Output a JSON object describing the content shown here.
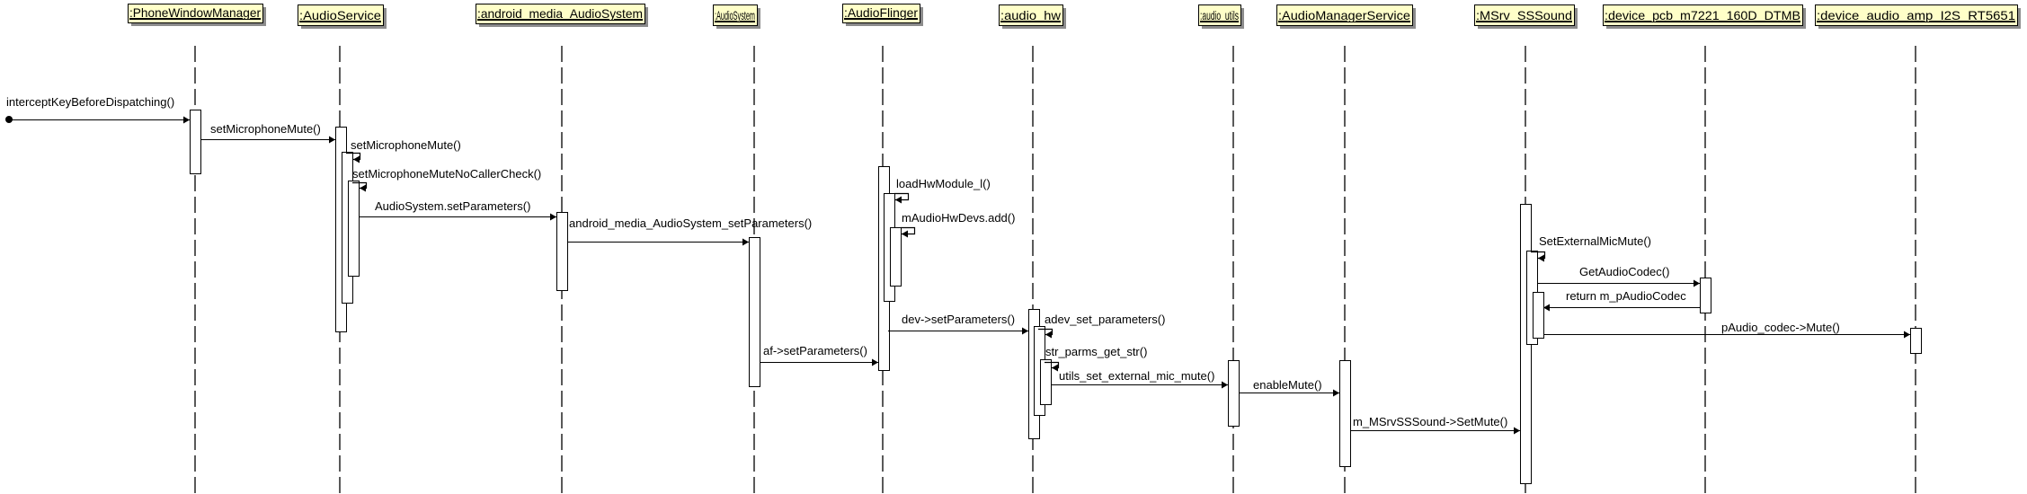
{
  "diagram": {
    "type": "UML sequence diagram",
    "colors": {
      "header_fill": "#FFFFC8",
      "header_border": "#000000",
      "header_shadow": "#8C8C8C",
      "line": "#000000",
      "activation_fill": "#FFFFFF"
    },
    "lifelines": [
      {
        "id": "pwm",
        "label": ":PhoneWindowManager"
      },
      {
        "id": "as",
        "label": ":AudioService"
      },
      {
        "id": "amas",
        "label": ":android_media_AudioSystem"
      },
      {
        "id": "asys",
        "label": ":AudioSystem"
      },
      {
        "id": "af",
        "label": ":AudioFlinger"
      },
      {
        "id": "hw",
        "label": ":audio_hw"
      },
      {
        "id": "au",
        "label": ":audio_utils"
      },
      {
        "id": "ams",
        "label": ":AudioManagerService"
      },
      {
        "id": "ms",
        "label": ":MSrv_SSSound"
      },
      {
        "id": "pcb",
        "label": ":device_pcb_m7221_160D_DTMB"
      },
      {
        "id": "amp",
        "label": ":device_audio_amp_I2S_RT5651"
      }
    ],
    "messages": [
      {
        "from": "found",
        "to": "pwm",
        "label": "interceptKeyBeforeDispatching()",
        "kind": "found"
      },
      {
        "from": "pwm",
        "to": "as",
        "label": "setMicrophoneMute()",
        "kind": "call"
      },
      {
        "from": "as",
        "to": "as",
        "label": "setMicrophoneMute()",
        "kind": "self"
      },
      {
        "from": "as",
        "to": "as",
        "label": "setMicrophoneMuteNoCallerCheck()",
        "kind": "self"
      },
      {
        "from": "as",
        "to": "amas",
        "label": "AudioSystem.setParameters()",
        "kind": "call"
      },
      {
        "from": "amas",
        "to": "asys",
        "label": "android_media_AudioSystem_setParameters()",
        "kind": "call"
      },
      {
        "from": "af",
        "to": "af",
        "label": "loadHwModule_l()",
        "kind": "self"
      },
      {
        "from": "af",
        "to": "af",
        "label": "mAudioHwDevs.add()",
        "kind": "self"
      },
      {
        "from": "af",
        "to": "hw",
        "label": "dev->setParameters()",
        "kind": "call"
      },
      {
        "from": "asys",
        "to": "af",
        "label": "af->setParameters()",
        "kind": "call"
      },
      {
        "from": "hw",
        "to": "hw",
        "label": "adev_set_parameters()",
        "kind": "self"
      },
      {
        "from": "hw",
        "to": "hw",
        "label": "str_parms_get_str()",
        "kind": "self"
      },
      {
        "from": "hw",
        "to": "au",
        "label": "utils_set_external_mic_mute()",
        "kind": "call"
      },
      {
        "from": "au",
        "to": "ams",
        "label": "enableMute()",
        "kind": "call"
      },
      {
        "from": "ams",
        "to": "ms",
        "label": "m_MSrvSSSound->SetMute()",
        "kind": "call"
      },
      {
        "from": "ms",
        "to": "ms",
        "label": "SetExternalMicMute()",
        "kind": "self"
      },
      {
        "from": "ms",
        "to": "pcb",
        "label": "GetAudioCodec()",
        "kind": "call"
      },
      {
        "from": "pcb",
        "to": "ms",
        "label": "return m_pAudioCodec",
        "kind": "return"
      },
      {
        "from": "ms",
        "to": "amp",
        "label": "pAudio_codec->Mute()",
        "kind": "call"
      }
    ]
  }
}
